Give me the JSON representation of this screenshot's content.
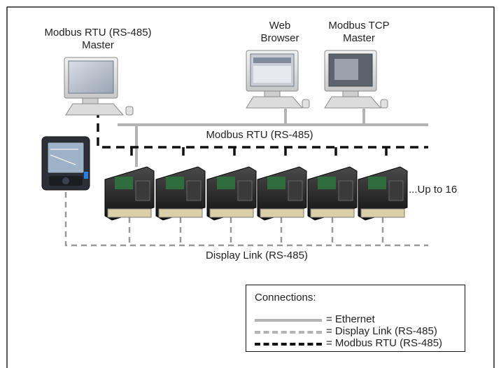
{
  "labels": {
    "rtu_master_line1": "Modbus RTU (RS-485)",
    "rtu_master_line2": "Master",
    "web_line1": "Web",
    "web_line2": "Browser",
    "tcp_line1": "Modbus TCP",
    "tcp_line2": "Master",
    "rtu_bus": "Modbus RTU (RS-485)",
    "up_to": "...Up to 16",
    "display_link": "Display Link (RS-485)"
  },
  "legend": {
    "title": "Connections:",
    "items": [
      {
        "text": "= Ethernet",
        "style": "solid",
        "color": "#b3b3b3"
      },
      {
        "text": "= Display Link (RS-485)",
        "style": "dashed",
        "color": "#b3b3b3"
      },
      {
        "text": "= Modbus RTU (RS-485)",
        "style": "dashed",
        "color": "#111111"
      }
    ]
  },
  "colors": {
    "ethernet": "#b3b3b3",
    "display_link": "#999999",
    "modbus_rtu": "#111111"
  },
  "devices": {
    "computer_icon": "desktop-computer",
    "display_icon": "touch-display",
    "module_icon": "meter-module"
  }
}
